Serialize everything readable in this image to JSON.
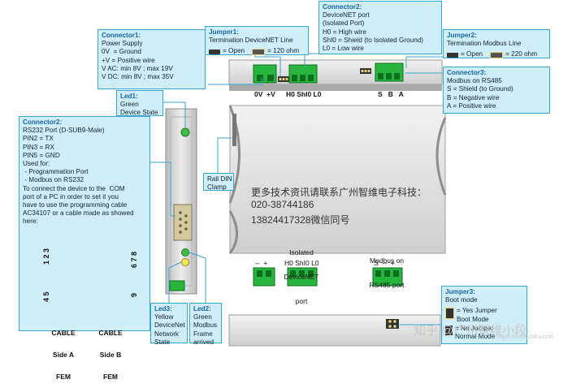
{
  "connector1": {
    "title": "Connector1:",
    "lines": [
      "Power Supply",
      "",
      "0V  = Ground",
      "+V = Positive wire",
      "",
      "V AC: min 8V ; max 19V",
      "V DC: min 8V ; max 35V"
    ]
  },
  "jumper1": {
    "title": "Jumper1:",
    "subtitle": "Termination DeviceNET Line",
    "open_label": "= Open",
    "closed_label": "= 120 ohm"
  },
  "connector2_top": {
    "title": "Connector2:",
    "lines": [
      "DeviceNET port",
      "(Isolated Port)",
      "",
      "H0 = High wire",
      "ShI0 = Shield (to Isolated Ground)",
      "L0 = Low wire"
    ]
  },
  "jumper2": {
    "title": "Jumper2:",
    "subtitle": "Termination Modbus Line",
    "open_label": "= Open",
    "closed_label": "= 220 ohm"
  },
  "connector3": {
    "title": "Connector3:",
    "lines": [
      "Modbus on RS485",
      "",
      "S = Shield (to Ground)",
      "B = Negative wire",
      "A = Positive wire"
    ]
  },
  "led1": {
    "title": "Led1:",
    "lines": [
      "Green",
      "Device State"
    ]
  },
  "connector2_left": {
    "title": "Connector2:",
    "lines": [
      "RS232 Port (D-SUB9-Male)",
      "",
      "PIN2 = TX",
      "PIN3 = RX",
      "PIN5 = GND",
      "",
      "Used for:",
      " - Programmation Port",
      " - Modbus on RS232",
      "",
      "To connect the device to the  COM",
      "port of a PC in order to set it you",
      "have to use the programming cable",
      "AC34107 or a cable made as showed",
      "here:"
    ]
  },
  "rail": {
    "lines": [
      "Rail DIN",
      "Clamp"
    ]
  },
  "top_pins": {
    "power": "0V  +V",
    "devicenet": "H0 ShI0 L0",
    "modbus": "S   B   A"
  },
  "devicenet_label": {
    "lines": [
      "Isolated",
      "DeviceNET",
      "port"
    ]
  },
  "modbus_label": {
    "lines": [
      "Modbus on",
      "RS485 port"
    ]
  },
  "bottom_pins": {
    "power": "--  +",
    "devicenet": "H0 ShI0 L0",
    "modbus": "S  --  +"
  },
  "chinese_text": {
    "lines": [
      "更多技术资讯请联系广州智维电子科技：",
      "020-38744186",
      "13824417328微信同号"
    ]
  },
  "led3": {
    "title": "Led3:",
    "lines": [
      "Yellow",
      "DeviceNet",
      "Network",
      "State"
    ]
  },
  "led2": {
    "title": "Led2:",
    "lines": [
      "Green",
      "Modbus",
      "Frame",
      "arrived"
    ]
  },
  "jumper3": {
    "title": "Jumper3:",
    "subtitle": "Boot mode",
    "yes_label": "= Yes Jumper",
    "yes_sub": "Boot Mode",
    "no_label": "= No Jumper",
    "no_sub": "Normal Mode"
  },
  "cable": {
    "left_pins_top": "1 2 3",
    "left_pins_bottom": "4 5",
    "right_pins_top": "6 7 8",
    "right_pins_bottom": "9",
    "left_label": [
      "CABLE",
      "Side A",
      "FEM"
    ],
    "right_label": [
      "CABLE",
      "Side B",
      "FEM"
    ]
  },
  "watermark": {
    "text": "知乎 @广州智维小段",
    "sub": "https://www.zhihu.com"
  },
  "colors": {
    "box_fill": "#cfeef8",
    "box_border": "#3aa6d0",
    "title": "#1665a6",
    "terminal": "#27b53d",
    "device": "#d9d9d9"
  }
}
